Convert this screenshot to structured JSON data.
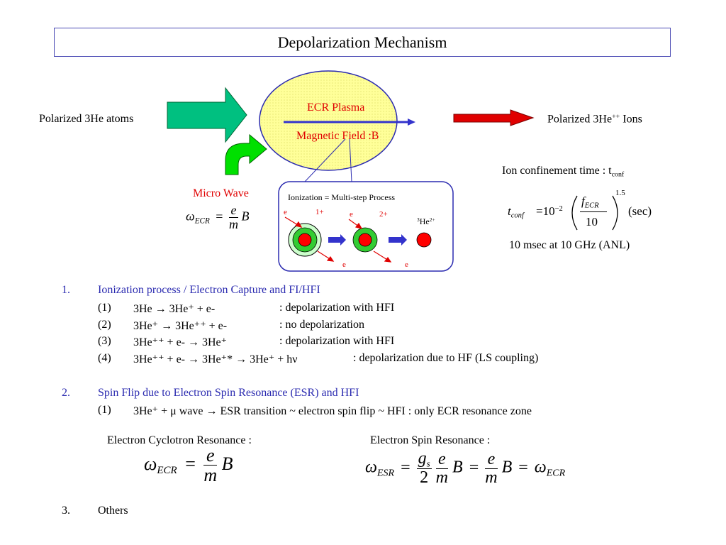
{
  "title": "Depolarization Mechanism",
  "diagram": {
    "input_label": "Polarized 3He atoms",
    "plasma_label": "ECR Plasma",
    "field_label": "Magnetic Field :B",
    "microwave_label": "Micro Wave",
    "output_label_main": "Polarized 3He",
    "output_label_sup": "++",
    "output_label_tail": " Ions",
    "ionization_title": "Ionization = Multi-step Process",
    "e_label": "e",
    "charge_1": "1+",
    "charge_2": "2+",
    "he_sup": "3",
    "he_main": "He",
    "he_charge": "2+",
    "omega": "ω",
    "ecr_sub": "ECR",
    "equals": "=",
    "frac_e": "e",
    "frac_m": "m",
    "b": "B"
  },
  "confinement": {
    "label": "Ion confinement time : t",
    "label_sub": "conf",
    "t": "t",
    "t_sub": "conf",
    "ten": "10",
    "exp": "−2",
    "f": "f",
    "f_sub": "ECR",
    "den": "10",
    "power": "1.5",
    "unit": "(sec)",
    "note": "10 msec at 10 GHz (ANL)"
  },
  "list": {
    "item1_num": "1.",
    "item1_title": "Ionization process / Electron Capture and FI/HFI",
    "sub1": [
      {
        "num": "(1)",
        "eq": "3He → 3He⁺ + e-",
        "note": ": depolarization with HFI"
      },
      {
        "num": "(2)",
        "eq": "3He⁺ → 3He⁺⁺ + e-",
        "note": ": no depolarization"
      },
      {
        "num": "(3)",
        "eq": "3He⁺⁺ + e- → 3He⁺",
        "note": ": depolarization with HFI"
      },
      {
        "num": "(4)",
        "eq": "3He⁺⁺ + e- → 3He⁺* → 3He⁺ + hν",
        "note": ": depolarization due to HF (LS coupling)"
      }
    ],
    "item2_num": "2.",
    "item2_title": "Spin Flip due to Electron Spin Resonance (ESR) and HFI",
    "sub2": [
      {
        "num": "(1)",
        "eq": "3He⁺ + μ wave → ESR transition ~ electron spin flip ~ HFI : only ECR resonance zone"
      }
    ],
    "item3_num": "3.",
    "item3_title": "Others"
  },
  "resonance": {
    "ecr_label": "Electron Cyclotron Resonance :",
    "esr_label": "Electron Spin Resonance :",
    "esr_sub": "ESR",
    "g": "g",
    "g_sub": "s",
    "two": "2"
  },
  "colors": {
    "green_arrow": "#00c080",
    "red_arrow": "#e00000",
    "plasma_fill": "#ffff99",
    "blue_arrow": "#3333cc",
    "accent_blue": "#2b2bb0"
  }
}
